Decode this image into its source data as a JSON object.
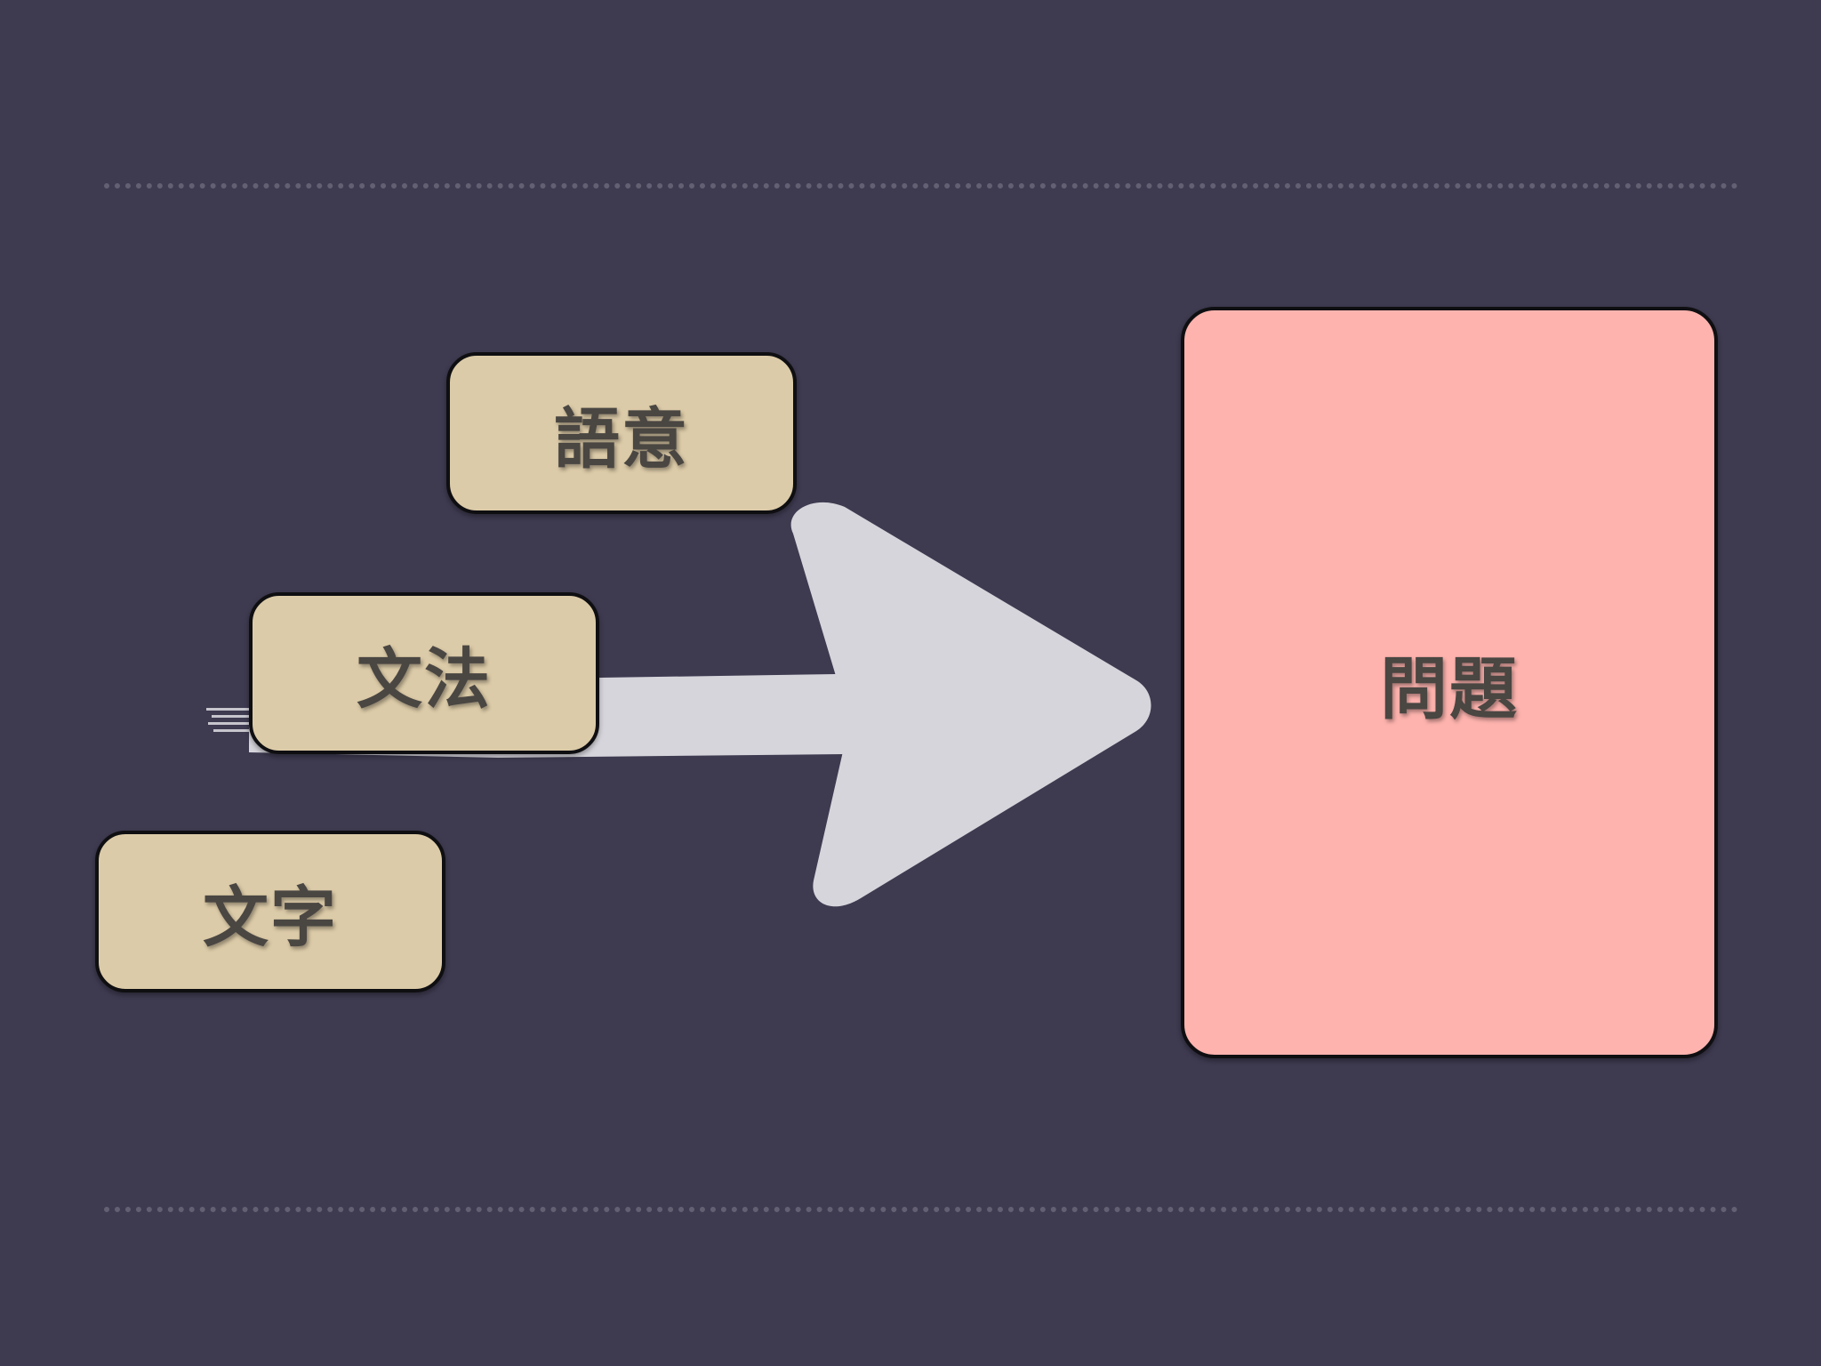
{
  "diagram": {
    "inputs": [
      {
        "label": "語意"
      },
      {
        "label": "文法"
      },
      {
        "label": "文字"
      }
    ],
    "target": {
      "label": "問題"
    },
    "colors": {
      "background": "#3e3a50",
      "input_box": "#dccba8",
      "target_box": "#feb3ae",
      "arrow": "#d6d5db",
      "text": "#4a4642"
    },
    "arrow_direction": "right"
  }
}
